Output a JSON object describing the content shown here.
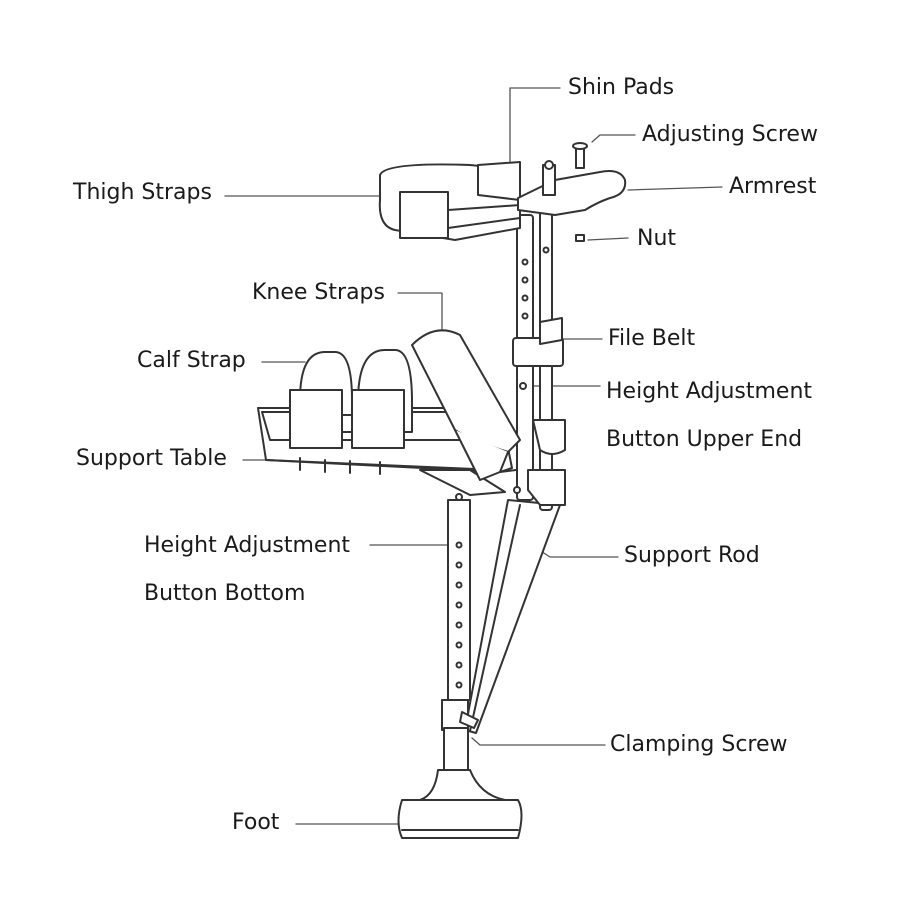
{
  "diagram": {
    "subject": "hands-free knee crutch",
    "line_color": "#333333",
    "fill_color": "#ffffff",
    "labels": {
      "shin_pads": "Shin Pads",
      "adjusting_screw": "Adjusting Screw",
      "thigh_straps": "Thigh Straps",
      "armrest": "Armrest",
      "nut": "Nut",
      "knee_straps": "Knee Straps",
      "file_belt": "File Belt",
      "calf_strap": "Calf Strap",
      "height_adj_upper_1": "Height Adjustment",
      "height_adj_upper_2": "Button Upper End",
      "support_table": "Support Table",
      "height_adj_bottom_1": "Height Adjustment",
      "height_adj_bottom_2": "Button Bottom",
      "support_rod": "Support Rod",
      "clamping_screw": "Clamping Screw",
      "foot": "Foot"
    }
  }
}
